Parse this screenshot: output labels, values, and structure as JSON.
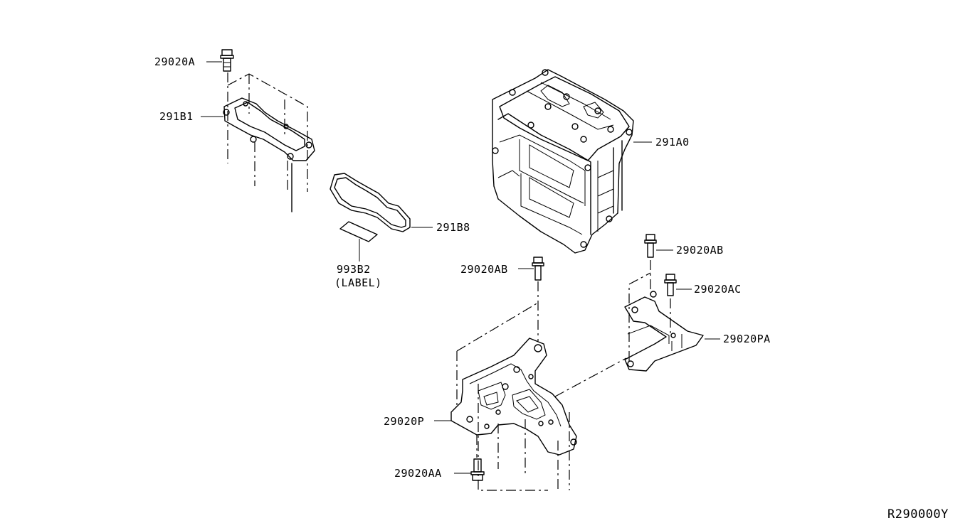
{
  "labels": {
    "p29020A": "29020A",
    "p291B1": "291B1",
    "p291B8": "291B8",
    "p993B2": "993B2",
    "p993B2_sub": "(LABEL)",
    "p291A0": "291A0",
    "p29020AB_top": "29020AB",
    "p29020AB_mid": "29020AB",
    "p29020AC": "29020AC",
    "p29020PA": "29020PA",
    "p29020P": "29020P",
    "p29020AA": "29020AA",
    "diagram_code": "R290000Y"
  }
}
